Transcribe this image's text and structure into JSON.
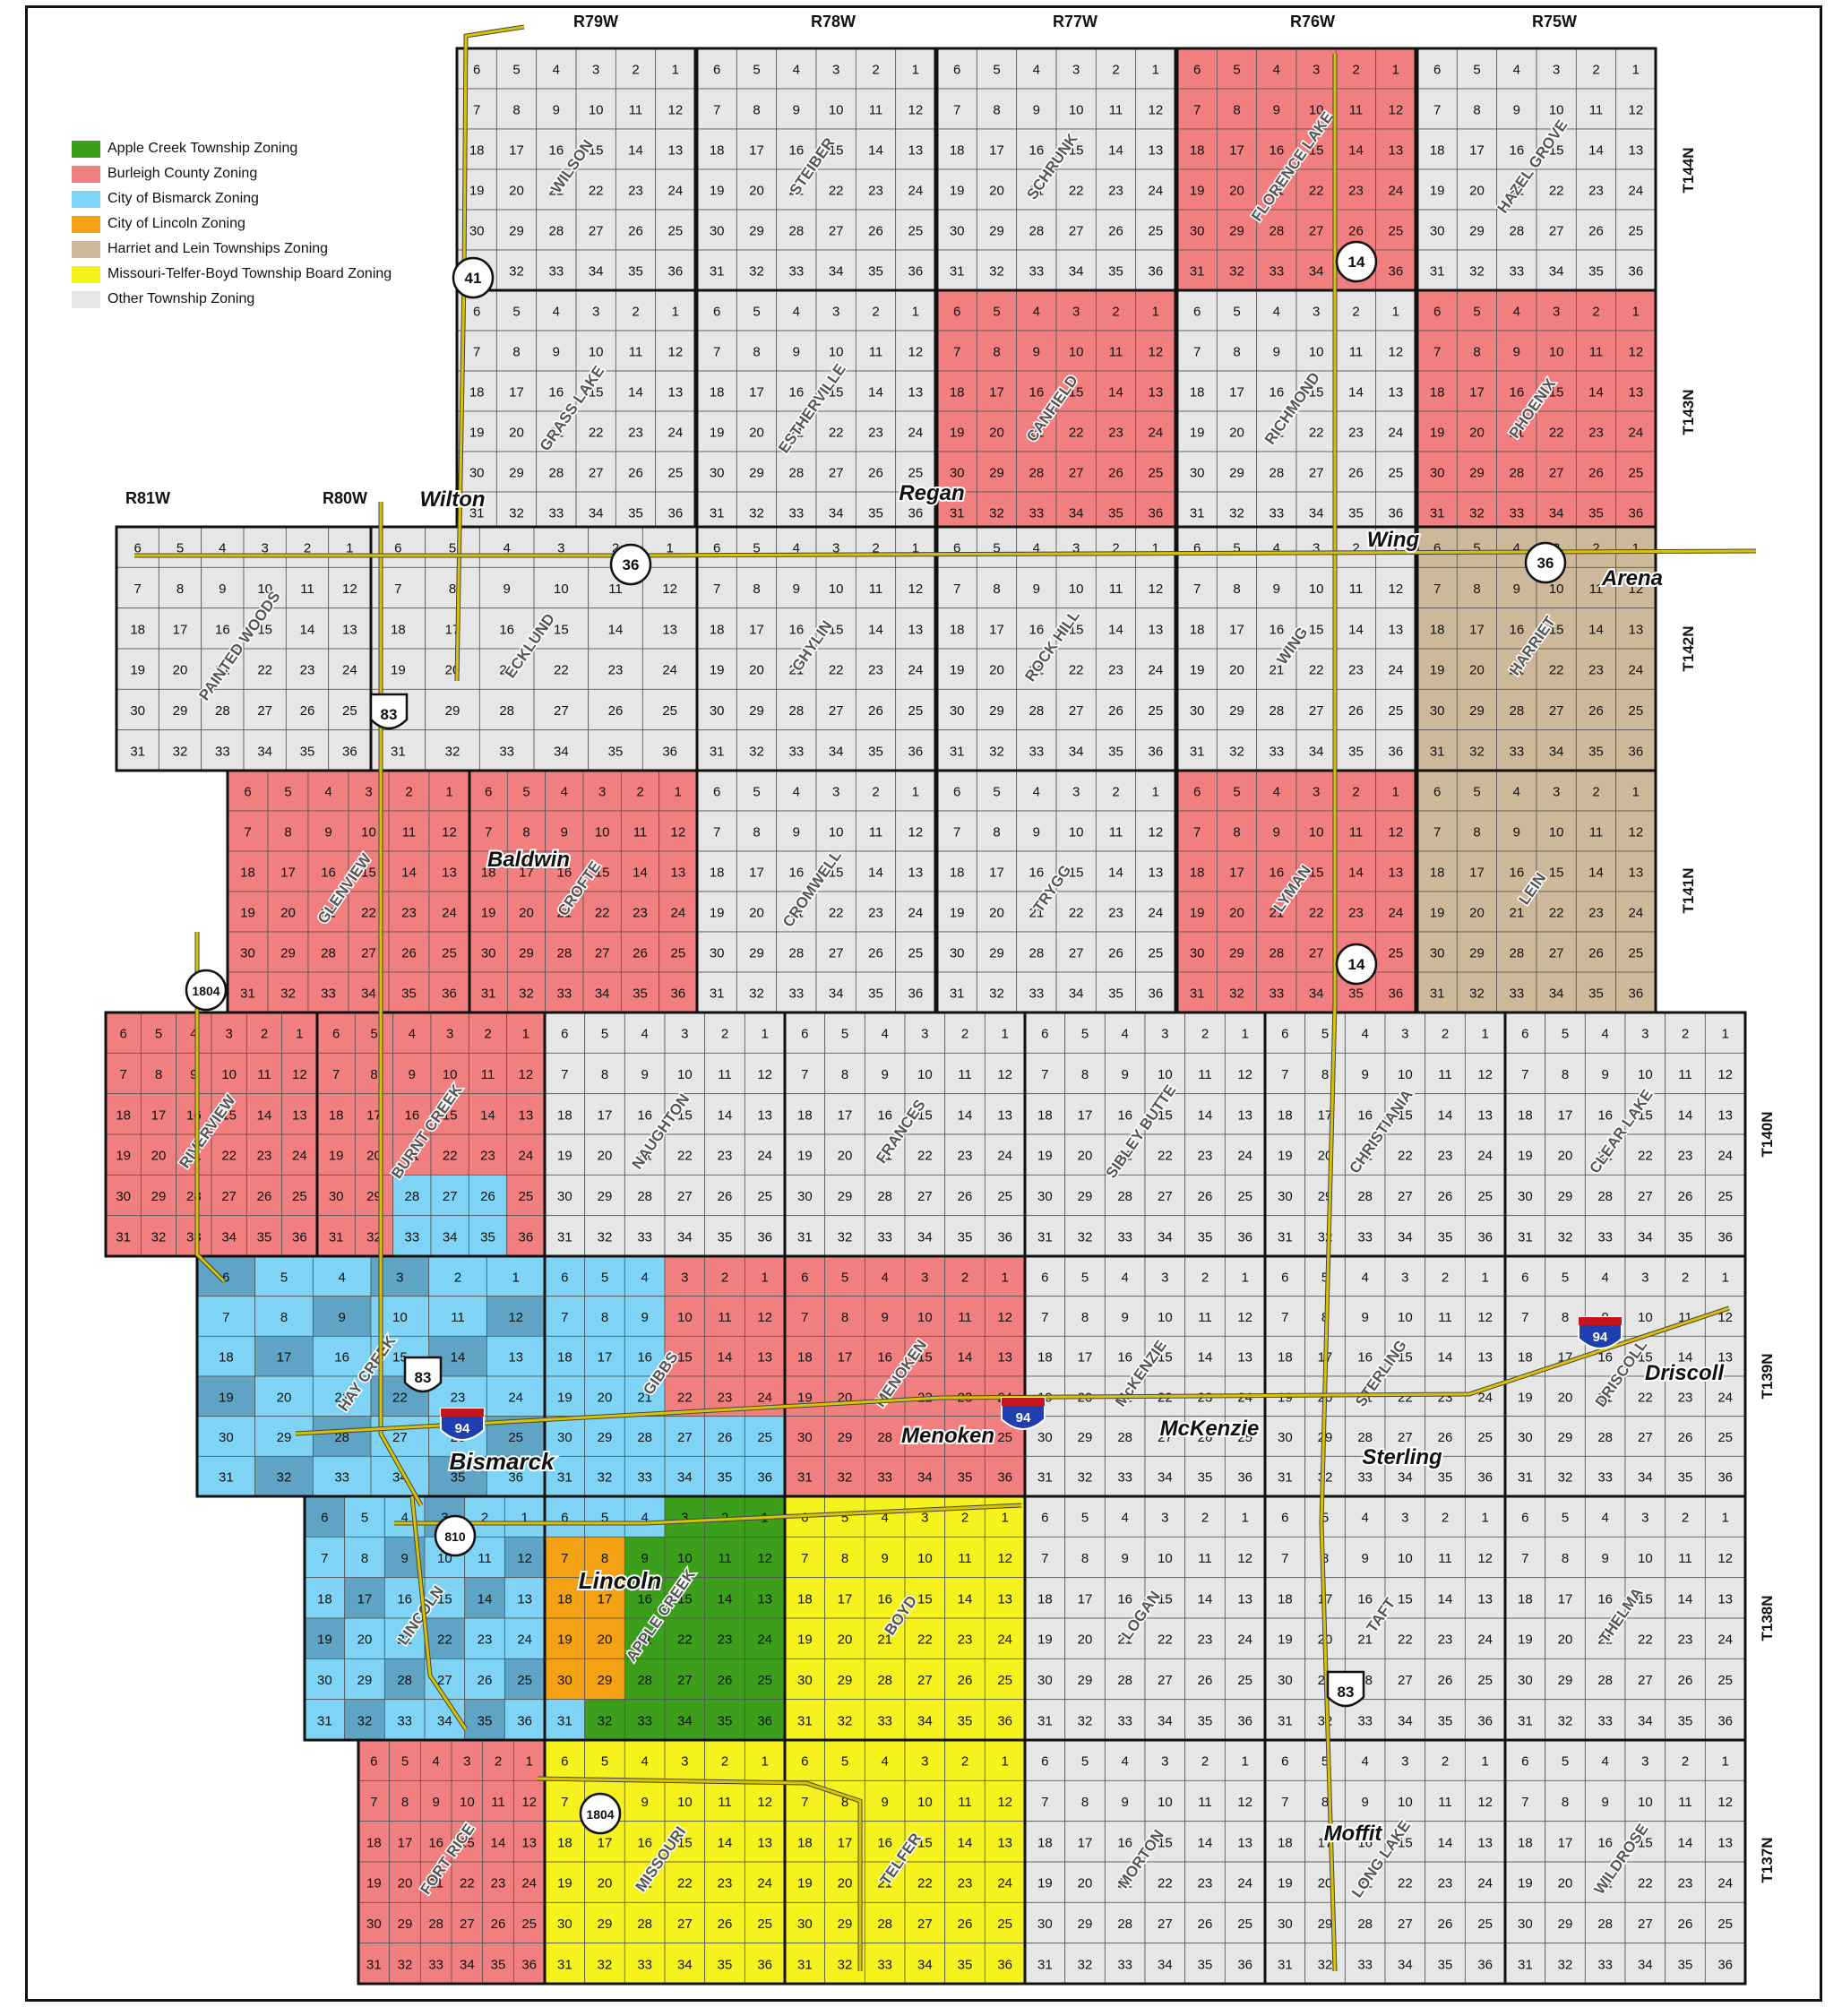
{
  "range_labels": [
    "R81W",
    "R80W",
    "R79W",
    "R78W",
    "R77W",
    "R76W",
    "R75W"
  ],
  "township_labels": [
    "T144N",
    "T143N",
    "T142N",
    "T141N",
    "T140N",
    "T139N",
    "T138N",
    "T137N"
  ],
  "legend": [
    {
      "label": "Apple Creek Township Zoning",
      "color": "#3c9f1c"
    },
    {
      "label": "Burleigh County Zoning",
      "color": "#f27f7f"
    },
    {
      "label": "City of Bismarck Zoning",
      "color": "#7fd4f5"
    },
    {
      "label": "City of Lincoln Zoning",
      "color": "#f4a213"
    },
    {
      "label": "Harriet and Lein Townships Zoning",
      "color": "#cdb99a"
    },
    {
      "label": "Missouri-Telfer-Boyd Township Board Zoning",
      "color": "#f6f21e"
    },
    {
      "label": "Other Township Zoning",
      "color": "#e6e6e6"
    }
  ],
  "townships": [
    {
      "name": "WILSON",
      "zone": "other"
    },
    {
      "name": "STEIBER",
      "zone": "other"
    },
    {
      "name": "SCHRUNK",
      "zone": "other"
    },
    {
      "name": "FLORENCE LAKE",
      "zone": "county"
    },
    {
      "name": "HAZEL GROVE",
      "zone": "other"
    },
    {
      "name": "GRASS LAKE",
      "zone": "other"
    },
    {
      "name": "ESTHERVILLE",
      "zone": "other"
    },
    {
      "name": "CANFIELD",
      "zone": "county"
    },
    {
      "name": "RICHMOND",
      "zone": "other"
    },
    {
      "name": "PHOENIX",
      "zone": "county"
    },
    {
      "name": "PAINTED WOODS",
      "zone": "other"
    },
    {
      "name": "ECKLUND",
      "zone": "other"
    },
    {
      "name": "GHYLIN",
      "zone": "other"
    },
    {
      "name": "ROCK HILL",
      "zone": "other"
    },
    {
      "name": "WING",
      "zone": "other"
    },
    {
      "name": "HARRIET",
      "zone": "harriet"
    },
    {
      "name": "GLENVIEW",
      "zone": "county"
    },
    {
      "name": "CROFTE",
      "zone": "county"
    },
    {
      "name": "CROMWELL",
      "zone": "other"
    },
    {
      "name": "TRYGG",
      "zone": "other"
    },
    {
      "name": "LYMAN",
      "zone": "county"
    },
    {
      "name": "LEIN",
      "zone": "harriet"
    },
    {
      "name": "RIVERVIEW",
      "zone": "county"
    },
    {
      "name": "BURNT CREEK",
      "zone": "county"
    },
    {
      "name": "NAUGHTON",
      "zone": "other"
    },
    {
      "name": "FRANCES",
      "zone": "other"
    },
    {
      "name": "SIBLEY BUTTE",
      "zone": "other"
    },
    {
      "name": "CHRISTIANIA",
      "zone": "other"
    },
    {
      "name": "CLEAR LAKE",
      "zone": "other"
    },
    {
      "name": "HAY CREEK",
      "zone": "bismarck"
    },
    {
      "name": "GIBBS",
      "zone": "county"
    },
    {
      "name": "MENOKEN",
      "zone": "county"
    },
    {
      "name": "McKENZIE",
      "zone": "other"
    },
    {
      "name": "STERLING",
      "zone": "other"
    },
    {
      "name": "DRISCOLL",
      "zone": "other"
    },
    {
      "name": "LINCOLN",
      "zone": "bismarck"
    },
    {
      "name": "APPLE CREEK",
      "zone": "apple"
    },
    {
      "name": "BOYD",
      "zone": "mtb"
    },
    {
      "name": "LOGAN",
      "zone": "other"
    },
    {
      "name": "TAFT",
      "zone": "other"
    },
    {
      "name": "THELMA",
      "zone": "other"
    },
    {
      "name": "FORT RICE",
      "zone": "county"
    },
    {
      "name": "MISSOURI",
      "zone": "mtb"
    },
    {
      "name": "TELFER",
      "zone": "mtb"
    },
    {
      "name": "MORTON",
      "zone": "other"
    },
    {
      "name": "LONG LAKE",
      "zone": "other"
    },
    {
      "name": "WILDROSE",
      "zone": "other"
    }
  ],
  "places": [
    "Wilton",
    "Regan",
    "Wing",
    "Arena",
    "Baldwin",
    "Menoken",
    "McKenzie",
    "Driscoll",
    "Sterling",
    "Bismarck",
    "Lincoln",
    "Moffit"
  ],
  "route_shields": [
    {
      "label": "41",
      "type": "state"
    },
    {
      "label": "14",
      "type": "state"
    },
    {
      "label": "36",
      "type": "state"
    },
    {
      "label": "36",
      "type": "state"
    },
    {
      "label": "83",
      "type": "us"
    },
    {
      "label": "14",
      "type": "state"
    },
    {
      "label": "1804",
      "type": "state"
    },
    {
      "label": "83",
      "type": "us"
    },
    {
      "label": "94",
      "type": "interstate"
    },
    {
      "label": "94",
      "type": "interstate"
    },
    {
      "label": "94",
      "type": "interstate"
    },
    {
      "label": "810",
      "type": "state"
    },
    {
      "label": "83",
      "type": "us"
    },
    {
      "label": "1804",
      "type": "state"
    }
  ],
  "colors": {
    "apple": "#3c9f1c",
    "county": "#f27f7f",
    "bismarck": "#7fd4f5",
    "bismarck_dark": "#5fa4c4",
    "lincoln": "#f4a213",
    "harriet": "#cdb99a",
    "mtb": "#f6f21e",
    "other": "#e6e6e6",
    "road": "#d9c300",
    "grid_line": "#555555",
    "township_line": "#111111"
  }
}
